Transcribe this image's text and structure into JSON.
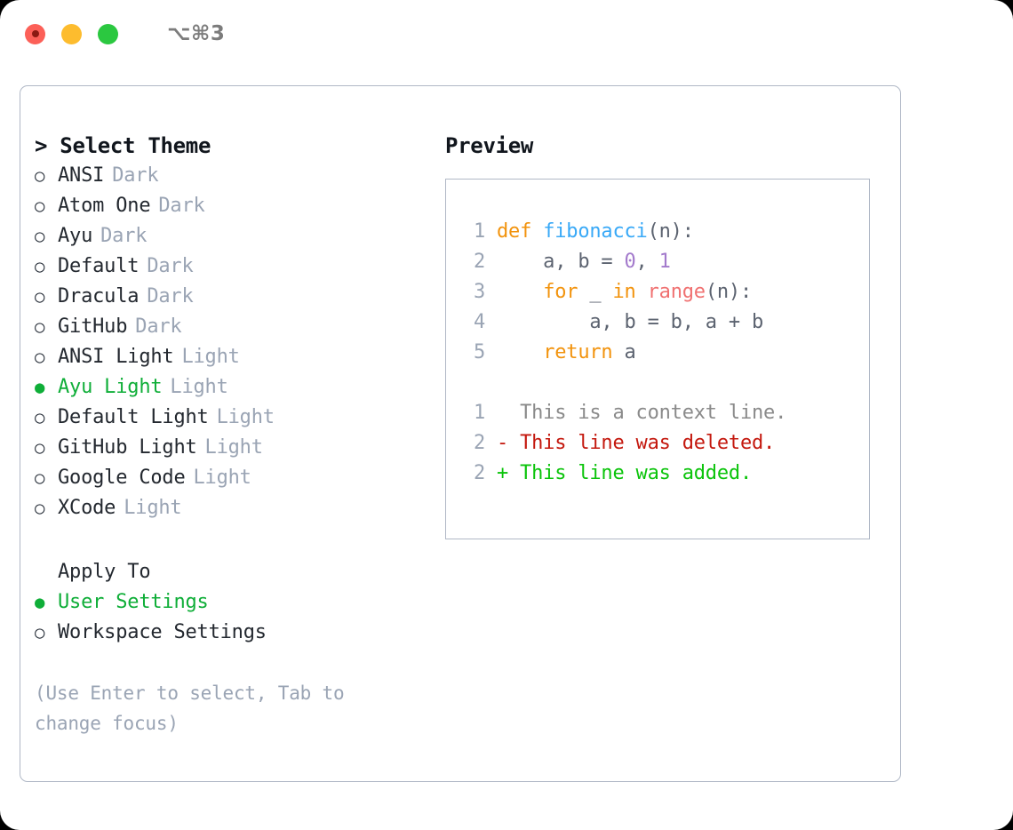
{
  "titlebar": {
    "shortcut": "⌥⌘3",
    "lights": [
      "close",
      "minimize",
      "maximize"
    ]
  },
  "theme_picker": {
    "header": "> Select Theme",
    "marker_selected": "●",
    "marker_unselected": "○",
    "items": [
      {
        "marker": "○",
        "label": "ANSI",
        "tag": "Dark",
        "selected": false
      },
      {
        "marker": "○",
        "label": "Atom One",
        "tag": "Dark",
        "selected": false
      },
      {
        "marker": "○",
        "label": "Ayu",
        "tag": "Dark",
        "selected": false
      },
      {
        "marker": "○",
        "label": "Default",
        "tag": "Dark",
        "selected": false
      },
      {
        "marker": "○",
        "label": "Dracula",
        "tag": "Dark",
        "selected": false
      },
      {
        "marker": "○",
        "label": "GitHub",
        "tag": "Dark",
        "selected": false
      },
      {
        "marker": "○",
        "label": "ANSI Light",
        "tag": "Light",
        "selected": false
      },
      {
        "marker": "●",
        "label": "Ayu Light",
        "tag": "Light",
        "selected": true
      },
      {
        "marker": "○",
        "label": "Default Light",
        "tag": "Light",
        "selected": false
      },
      {
        "marker": "○",
        "label": "GitHub Light",
        "tag": "Light",
        "selected": false
      },
      {
        "marker": "○",
        "label": "Google Code",
        "tag": "Light",
        "selected": false
      },
      {
        "marker": "○",
        "label": "XCode",
        "tag": "Light",
        "selected": false
      }
    ]
  },
  "apply_to": {
    "header": "Apply To",
    "items": [
      {
        "marker": "●",
        "label": "User Settings",
        "selected": true
      },
      {
        "marker": "○",
        "label": "Workspace Settings",
        "selected": false
      }
    ]
  },
  "hint": "(Use Enter to select, Tab to change focus)",
  "preview": {
    "header": "Preview",
    "code_lines": [
      {
        "no": "1",
        "tokens": [
          {
            "text": "def ",
            "cls": "t-kw"
          },
          {
            "text": "fibonacci",
            "cls": "t-fn"
          },
          {
            "text": "(n):",
            "cls": "t-punc"
          }
        ]
      },
      {
        "no": "2",
        "tokens": [
          {
            "text": "    a, b = ",
            "cls": "t-plain"
          },
          {
            "text": "0",
            "cls": "t-num"
          },
          {
            "text": ", ",
            "cls": "t-plain"
          },
          {
            "text": "1",
            "cls": "t-num"
          }
        ]
      },
      {
        "no": "3",
        "tokens": [
          {
            "text": "    ",
            "cls": "t-plain"
          },
          {
            "text": "for",
            "cls": "t-kw"
          },
          {
            "text": " _ ",
            "cls": "t-plain"
          },
          {
            "text": "in",
            "cls": "t-kw"
          },
          {
            "text": " ",
            "cls": "t-plain"
          },
          {
            "text": "range",
            "cls": "t-bi"
          },
          {
            "text": "(n):",
            "cls": "t-punc"
          }
        ]
      },
      {
        "no": "4",
        "tokens": [
          {
            "text": "        a, b = b, a + b",
            "cls": "t-plain"
          }
        ]
      },
      {
        "no": "5",
        "tokens": [
          {
            "text": "    ",
            "cls": "t-plain"
          },
          {
            "text": "return",
            "cls": "t-kw"
          },
          {
            "text": " a",
            "cls": "t-plain"
          }
        ]
      }
    ],
    "diff_lines": [
      {
        "no": "1",
        "text": "  This is a context line.",
        "cls": "d-ctx"
      },
      {
        "no": "2",
        "text": "- This line was deleted.",
        "cls": "d-del"
      },
      {
        "no": "2",
        "text": "+ This line was added.",
        "cls": "d-add"
      }
    ]
  },
  "colors": {
    "accent_green": "#0fae38",
    "tag_gray": "#9aa4b4",
    "border": "#b0b8c6",
    "keyword_orange": "#f2930d",
    "function_blue": "#39a9f7",
    "number_purple": "#a37acc",
    "builtin_salmon": "#f07171",
    "diff_deleted": "#c4180e",
    "diff_added": "#0bc40b"
  }
}
